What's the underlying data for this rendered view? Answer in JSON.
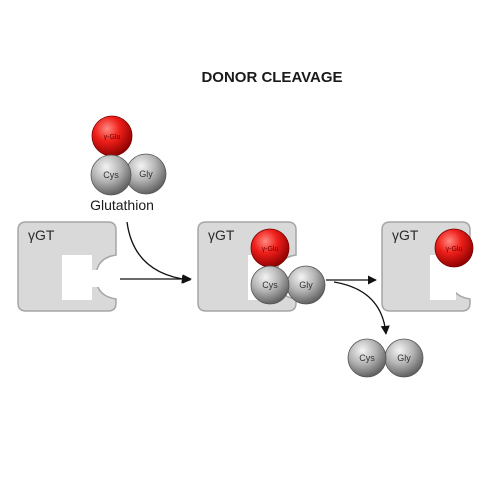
{
  "title": "DONOR CLEAVAGE",
  "substrate": {
    "name": "Glutathion",
    "residues": [
      "γ-Glu",
      "Cys",
      "Gly"
    ]
  },
  "enzyme": {
    "label": "γGT"
  },
  "complex": {
    "residues": [
      "γ-Glu",
      "Cys",
      "Gly"
    ]
  },
  "acyl_enzyme": {
    "residue": "γ-Glu"
  },
  "released_product": {
    "residues": [
      "Cys",
      "Gly"
    ]
  },
  "colors": {
    "enzyme_fill": "#d9d9d9",
    "enzyme_stroke": "#a6a6a6",
    "glu_ball": "#e8221f",
    "cys_gly_ball": "#a8a8a8",
    "arrow": "#111111"
  }
}
